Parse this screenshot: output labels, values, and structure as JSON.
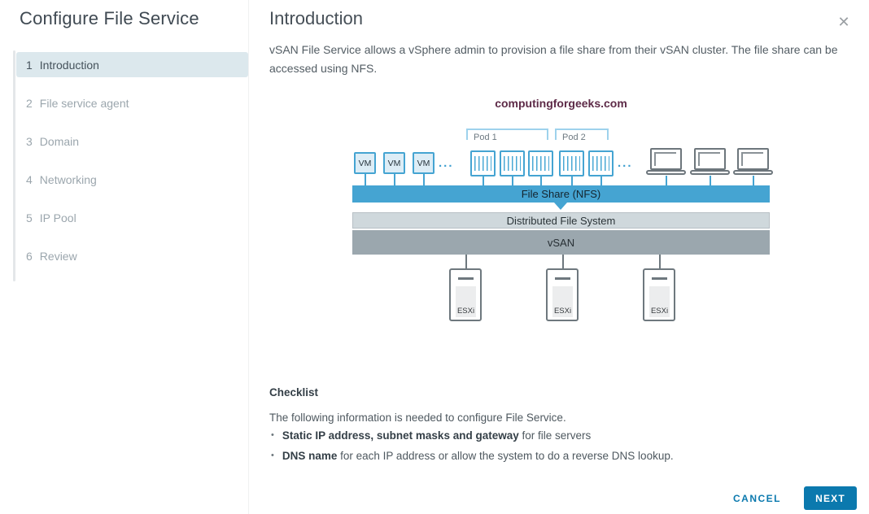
{
  "dialog": {
    "title": "Configure File Service",
    "close_glyph": "✕"
  },
  "sidebar": {
    "steps": [
      {
        "number": "1",
        "label": "Introduction",
        "active": true
      },
      {
        "number": "2",
        "label": "File service agent",
        "active": false
      },
      {
        "number": "3",
        "label": "Domain",
        "active": false
      },
      {
        "number": "4",
        "label": "Networking",
        "active": false
      },
      {
        "number": "5",
        "label": "IP Pool",
        "active": false
      },
      {
        "number": "6",
        "label": "Review",
        "active": false
      }
    ]
  },
  "main": {
    "title": "Introduction",
    "description": "vSAN File Service allows a vSphere admin to provision a file share from their vSAN cluster. The file share can be accessed using NFS.",
    "diagram": {
      "watermark": "computingforgeeks.com",
      "pods": [
        "Pod 1",
        "Pod 2"
      ],
      "vm_label": "VM",
      "ellipsis": "...",
      "bars": {
        "file_share": "File Share (NFS)",
        "dfs": "Distributed File System",
        "vsan": "vSAN"
      },
      "esxi_label": "ESXi"
    },
    "checklist": {
      "heading": "Checklist",
      "bullet": "•",
      "intro": "The following information is needed to configure File Service.",
      "items": [
        {
          "bold": "Static IP address, subnet masks and gateway",
          "rest": " for file servers"
        },
        {
          "bold": "DNS name",
          "rest": " for each IP address or allow the system to do a reverse DNS lookup."
        }
      ]
    }
  },
  "footer": {
    "cancel_label": "CANCEL",
    "next_label": "NEXT"
  },
  "colors": {
    "accent_blue": "#0b79ae",
    "diagram_blue": "#45a4d2",
    "diagram_blue_fill": "#ddedf6",
    "bar_gray_light": "#cfd8dc",
    "bar_gray_dark": "#9ba7ae",
    "watermark": "#5d2a47"
  }
}
